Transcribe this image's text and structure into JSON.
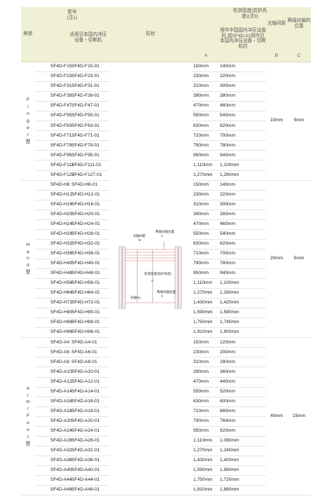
{
  "header": {
    "kind": "种类",
    "model": "型号",
    "note1": "(注1)",
    "model_sub": "适用日本国内冲压设备・切断机",
    "shape": "形状",
    "width_title": "检测宽度(防护高度)(注3)",
    "width_sub": "用作中国国内冲压设备时,或SF4D-01用作日本国内冲压设备・切断机时",
    "pitch": "光轴间距",
    "pos": "两端光轴的位置",
    "col_a": "A",
    "col_b": "B",
    "col_c": "C"
  },
  "groups": [
    {
      "type_chars": [
        "F",
        "i",
        "n",
        "g",
        "e",
        "r",
        "型"
      ],
      "pitch": "10mm",
      "pos": "5mm",
      "rows": [
        [
          "SF4D-F15",
          "SF4D-F15-01",
          "150mm",
          "140mm"
        ],
        [
          "SF4D-F23",
          "SF4D-F23-01",
          "230mm",
          "220mm"
        ],
        [
          "SF4D-F31",
          "SF4D-F31-01",
          "310mm",
          "300mm"
        ],
        [
          "SF4D-F39",
          "SF4D-F39-01",
          "390mm",
          "380mm"
        ],
        [
          "SF4D-F47",
          "SF4D-F47-01",
          "470mm",
          "460mm"
        ],
        [
          "SF4D-F55",
          "SF4D-F55-01",
          "550mm",
          "540mm"
        ],
        [
          "SF4D-F63",
          "SF4D-F63-01",
          "630mm",
          "620mm"
        ],
        [
          "SF4D-F71",
          "SF4D-F71-01",
          "710mm",
          "700mm"
        ],
        [
          "SF4D-F79",
          "SF4D-F79-01",
          "790mm",
          "780mm"
        ],
        [
          "SF4D-F95",
          "SF4D-F95-01",
          "950mm",
          "940mm"
        ],
        [
          "SF4D-F111",
          "SF4D-F111-01",
          "1,110mm",
          "1,100mm"
        ],
        [
          "SF4D-F127",
          "SF4D-F127-01",
          "1,270mm",
          "1,260mm"
        ]
      ]
    },
    {
      "type_chars": [
        "H",
        "a",
        "n",
        "d",
        "型"
      ],
      "pitch": "20mm",
      "pos": "5mm",
      "rows": [
        [
          "SF4D-H8",
          "SF4D-H8-01",
          "150mm",
          "140mm"
        ],
        [
          "SF4D-H12",
          "SF4D-H12-01",
          "230mm",
          "220mm"
        ],
        [
          "SF4D-H16",
          "SF4D-H16-01",
          "310mm",
          "300mm"
        ],
        [
          "SF4D-H20",
          "SF4D-H20-01",
          "390mm",
          "380mm"
        ],
        [
          "SF4D-H24",
          "SF4D-H24-01",
          "470mm",
          "460mm"
        ],
        [
          "SF4D-H28",
          "SF4D-H28-01",
          "550mm",
          "540mm"
        ],
        [
          "SF4D-H32",
          "SF4D-H32-01",
          "630mm",
          "620mm"
        ],
        [
          "SF4D-H36",
          "SF4D-H36-01",
          "710mm",
          "700mm"
        ],
        [
          "SF4D-H40",
          "SF4D-H40-01",
          "790mm",
          "780mm"
        ],
        [
          "SF4D-H48",
          "SF4D-H48-01",
          "950mm",
          "940mm"
        ],
        [
          "SF4D-H56",
          "SF4D-H56-01",
          "1,110mm",
          "1,100mm"
        ],
        [
          "SF4D-H64",
          "SF4D-H64-01",
          "1,270mm",
          "1,260mm"
        ],
        [
          "SF4D-H72",
          "SF4D-H72-01",
          "1,430mm",
          "1,420mm"
        ],
        [
          "SF4D-H80",
          "SF4D-H80-01",
          "1,590mm",
          "1,580mm"
        ],
        [
          "SF4D-H88",
          "SF4D-H88-01",
          "1,750mm",
          "1,740mm"
        ],
        [
          "SF4D-H96",
          "SF4D-H96-01",
          "1,910mm",
          "1,900mm"
        ]
      ]
    },
    {
      "type_chars": [
        "A",
        "r",
        "m",
        "/",
        "F",
        "o",
        "o",
        "t",
        "型"
      ],
      "pitch": "40mm",
      "pos": "15mm",
      "rows": [
        [
          "SF4D-A4",
          "SF4D-A4-01",
          "150mm",
          "120mm"
        ],
        [
          "SF4D-A6",
          "SF4D-A6-01",
          "230mm",
          "200mm"
        ],
        [
          "SF4D-A8",
          "SF4D-A8-01",
          "310mm",
          "280mm"
        ],
        [
          "SF4D-A10",
          "SF4D-A10-01",
          "390mm",
          "360mm"
        ],
        [
          "SF4D-A12",
          "SF4D-A12-01",
          "470mm",
          "440mm"
        ],
        [
          "SF4D-A14",
          "SF4D-A14-01",
          "550mm",
          "520mm"
        ],
        [
          "SF4D-A16",
          "SF4D-A16-01",
          "630mm",
          "600mm"
        ],
        [
          "SF4D-A18",
          "SF4D-A18-01",
          "710mm",
          "680mm"
        ],
        [
          "SF4D-A20",
          "SF4D-A20-01",
          "790mm",
          "760mm"
        ],
        [
          "SF4D-A24",
          "SF4D-A24-01",
          "950mm",
          "920mm"
        ],
        [
          "SF4D-A28",
          "SF4D-A28-01",
          "1,110mm",
          "1,080mm"
        ],
        [
          "SF4D-A32",
          "SF4D-A32-01",
          "1,270mm",
          "1,240mm"
        ],
        [
          "SF4D-A36",
          "SF4D-A36-01",
          "1,430mm",
          "1,400mm"
        ],
        [
          "SF4D-A40",
          "SF4D-A40-01",
          "1,590mm",
          "1,560mm"
        ],
        [
          "SF4D-A44",
          "SF4D-A44-01",
          "1,750mm",
          "1,720mm"
        ],
        [
          "SF4D-A48",
          "SF4D-A48-01",
          "1,910mm",
          "1,880mm"
        ]
      ]
    }
  ],
  "diagram": {
    "pitch_label": "光轴间距",
    "pitch_letter": "B",
    "end_pos_label": "两端光轴位置",
    "end_letter": "C",
    "width_label": "检测宽度(防护高度)",
    "width_letter": "A",
    "axis_no_label": "光轴No.",
    "axis_no_num": "1",
    "end_pos_label2": "两端光轴位置",
    "end_letter2": "C"
  }
}
